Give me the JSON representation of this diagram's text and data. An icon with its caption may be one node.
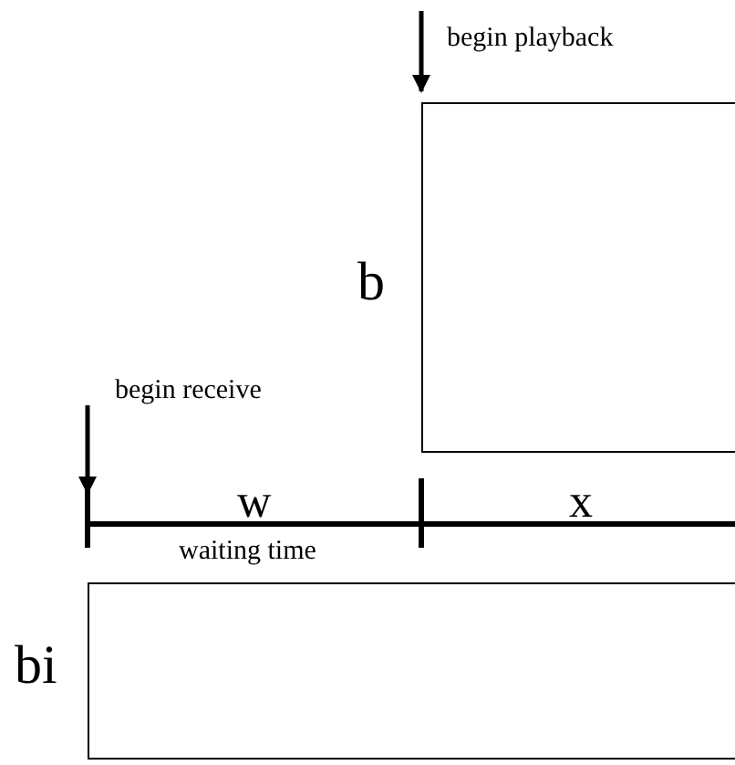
{
  "diagram": {
    "nodes": [
      {
        "text": [
          "b"
        ]
      },
      {
        "text": [
          "bi"
        ]
      }
    ],
    "labels": [
      "begin playback",
      "begin receive",
      "w",
      "x",
      "waiting time"
    ]
  }
}
